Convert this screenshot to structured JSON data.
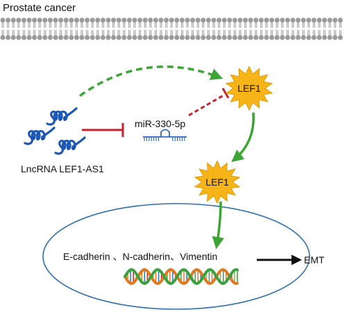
{
  "title": "Prostate cancer",
  "nodes": {
    "lncrna": "LncRNA LEF1-AS1",
    "mirna": "miR-330-5p",
    "lef1_cytoplasm": "LEF1",
    "lef1_nucleus": "LEF1",
    "targets": "E-cadherin 、N-cadherin、Vimentin",
    "outcome": "EMT"
  },
  "colors": {
    "membrane": "#9a9a9a",
    "activation": "#3da535",
    "inhibition": "#c8202a",
    "lncrna": "#1a56b8",
    "lef1_burst": "#f6b418",
    "nucleus_border": "#2f6fb0",
    "dna_strand_a": "#e07820",
    "dna_strand_b": "#3aa040",
    "text": "#111111"
  },
  "icons": {
    "membrane": "lipid-bilayer-icon",
    "lncrna": "rna-coil-icon",
    "mirna": "mirna-hairpin-icon",
    "lef1": "starburst-icon",
    "dna": "dna-helix-icon"
  }
}
